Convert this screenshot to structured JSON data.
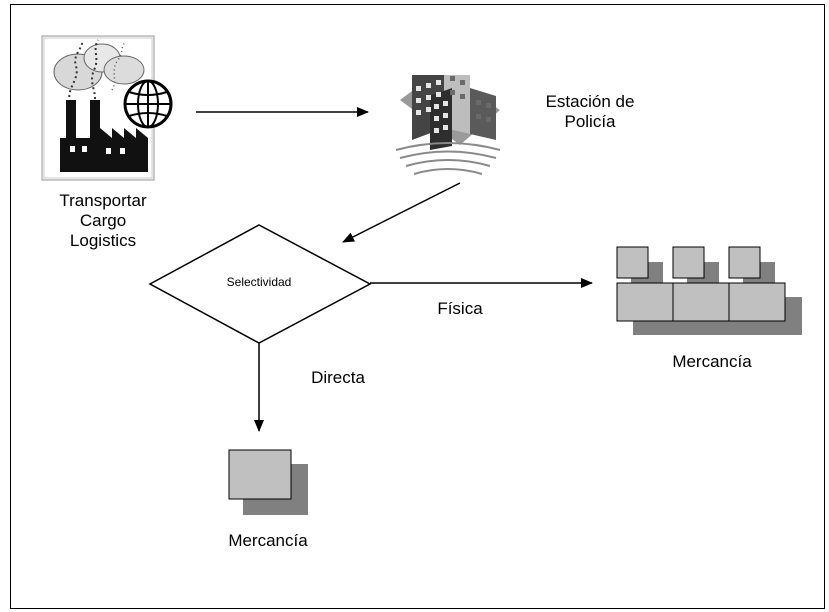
{
  "nodes": {
    "origin": {
      "line1": "Transportar",
      "line2": "Cargo",
      "line3": "Logistics",
      "icon": "factory-globe-icon"
    },
    "police": {
      "line1": "Estación de",
      "line2": "Policía",
      "icon": "office-building-icon"
    },
    "decision": {
      "label": "Selectividad"
    },
    "physical_goods": {
      "label": "Mercancía",
      "icon": "stacked-boxes-icon"
    },
    "direct_goods": {
      "label": "Mercancía",
      "icon": "single-box-icon"
    }
  },
  "edges": {
    "physical": {
      "label": "Física"
    },
    "direct": {
      "label": "Directa"
    }
  },
  "colors": {
    "box_fill": "#c0c0c0",
    "box_shadow": "#808080",
    "stroke": "#000000"
  }
}
